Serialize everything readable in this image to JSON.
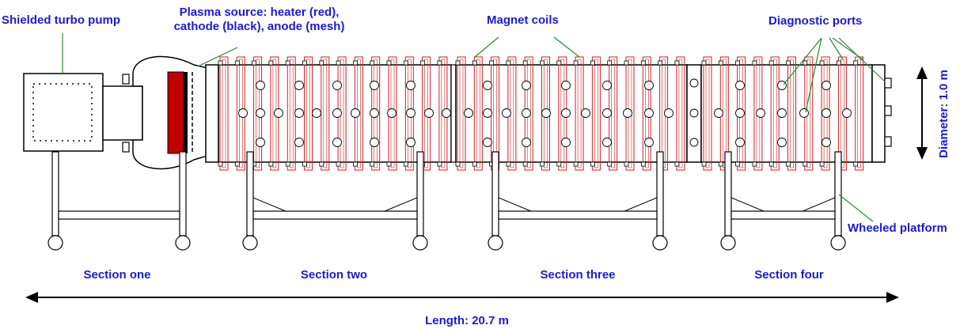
{
  "labels": {
    "turbo_pump": "Shielded turbo pump",
    "plasma_source_line1": "Plasma source: heater (red),",
    "plasma_source_line2": "cathode (black), anode (mesh)",
    "magnet_coils": "Magnet coils",
    "diagnostic_ports": "Diagnostic ports",
    "diameter": "Diameter: 1.0 m",
    "wheeled_platform": "Wheeled platform",
    "section_one": "Section one",
    "section_two": "Section two",
    "section_three": "Section three",
    "section_four": "Section four",
    "length": "Length: 20.7 m"
  },
  "colors": {
    "text": "#1a1ad6",
    "coil": "#cc2222",
    "heater": "#c00000",
    "cathode": "#000000",
    "leader": "#2a8a2a",
    "structure": "#000000"
  }
}
